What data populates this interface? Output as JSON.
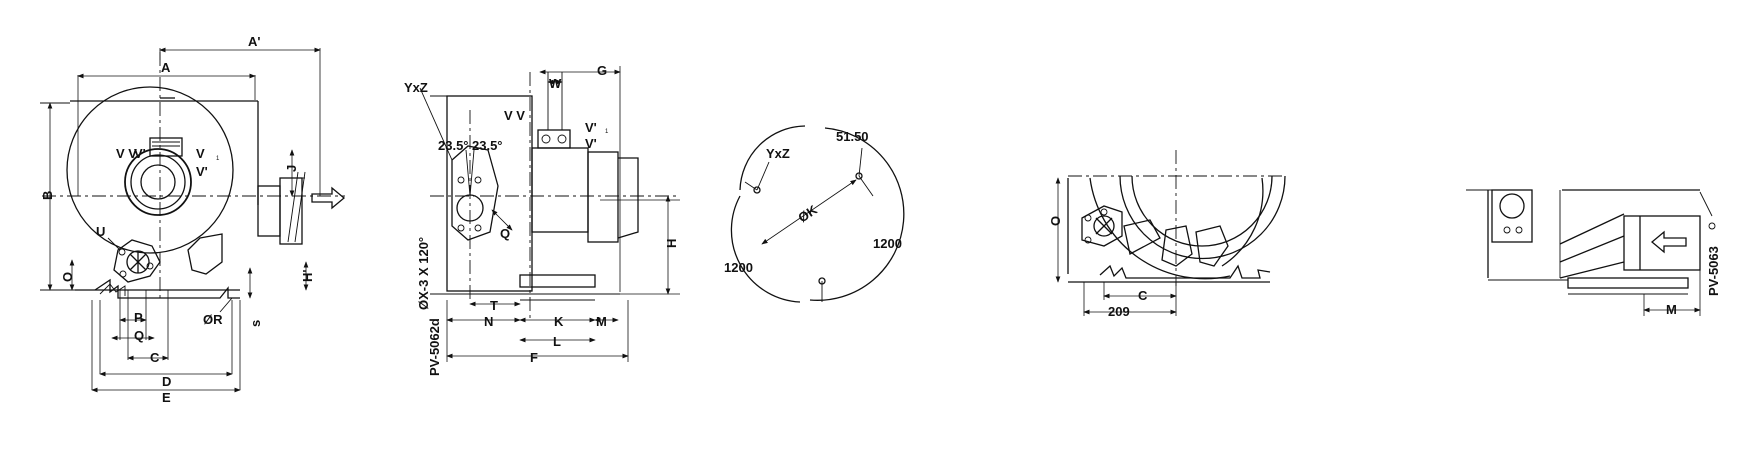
{
  "views": {
    "front": {
      "dims": {
        "a_prime": "A'",
        "a": "A",
        "b": "B",
        "vv": "V V",
        "v_prime_upper": "V'",
        "v": "V",
        "v_prime": "V'",
        "sup1": "1",
        "j": "J",
        "u": "U",
        "o": "O",
        "h_prime": "H'",
        "p": "P",
        "q": "Q",
        "c": "C",
        "d": "D",
        "e": "E",
        "r": "ØR",
        "s": "s"
      }
    },
    "side": {
      "dims": {
        "yxz": "YxZ",
        "w": "W",
        "g": "G",
        "vv": "V V",
        "v_prime1": "V'",
        "v_prime2": "V'",
        "sup1": "1",
        "angle_left": "23.5°",
        "angle_right": "23.5°",
        "holes": "ØX-3 X 120°",
        "q": "Q",
        "h": "H",
        "t": "T",
        "n": "N",
        "k": "K",
        "m": "M",
        "l": "L",
        "f": "F",
        "model": "PV-5062d"
      }
    },
    "flange": {
      "dims": {
        "yxz": "YxZ",
        "angle": "51.50",
        "k": "ØK",
        "r_left": "1200",
        "r_right": "1200"
      }
    },
    "bottom": {
      "dims": {
        "o": "O",
        "c": "C",
        "v209": "209"
      }
    },
    "right": {
      "dims": {
        "m": "M",
        "model": "PV-5063"
      }
    }
  }
}
